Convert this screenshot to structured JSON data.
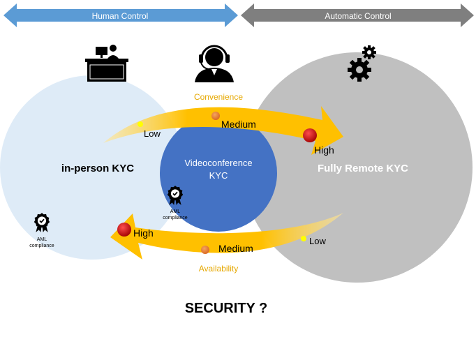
{
  "header": {
    "left_label": "Human Control",
    "right_label": "Automatic Control"
  },
  "circles": {
    "left_label": "in-person KYC",
    "center_label_line1": "Videoconference",
    "center_label_line2": "KYC",
    "right_label": "Fully Remote KYC"
  },
  "top_arrow": {
    "label": "Convenience",
    "levels": [
      "Low",
      "Medium",
      "High"
    ]
  },
  "bottom_arrow": {
    "label": "Availability",
    "levels": [
      "High",
      "Medium",
      "Low"
    ]
  },
  "badges": {
    "line1": "AML",
    "line2": "compliance"
  },
  "footer": {
    "question": "SECURITY ?"
  },
  "icons": [
    "desk-person-icon",
    "headset-agent-icon",
    "gears-icon",
    "aml-badge-icon"
  ],
  "colors": {
    "human_arrow": "#5b9bd5",
    "auto_arrow": "#7f7f7f",
    "left_circle": "#deebf7",
    "center_circle": "#4472c4",
    "right_circle": "#bfbfbf",
    "flow_arrow": "#ffc000",
    "level_low": "#ffff00",
    "level_medium": "#ed7d31",
    "level_high": "#c00000"
  }
}
